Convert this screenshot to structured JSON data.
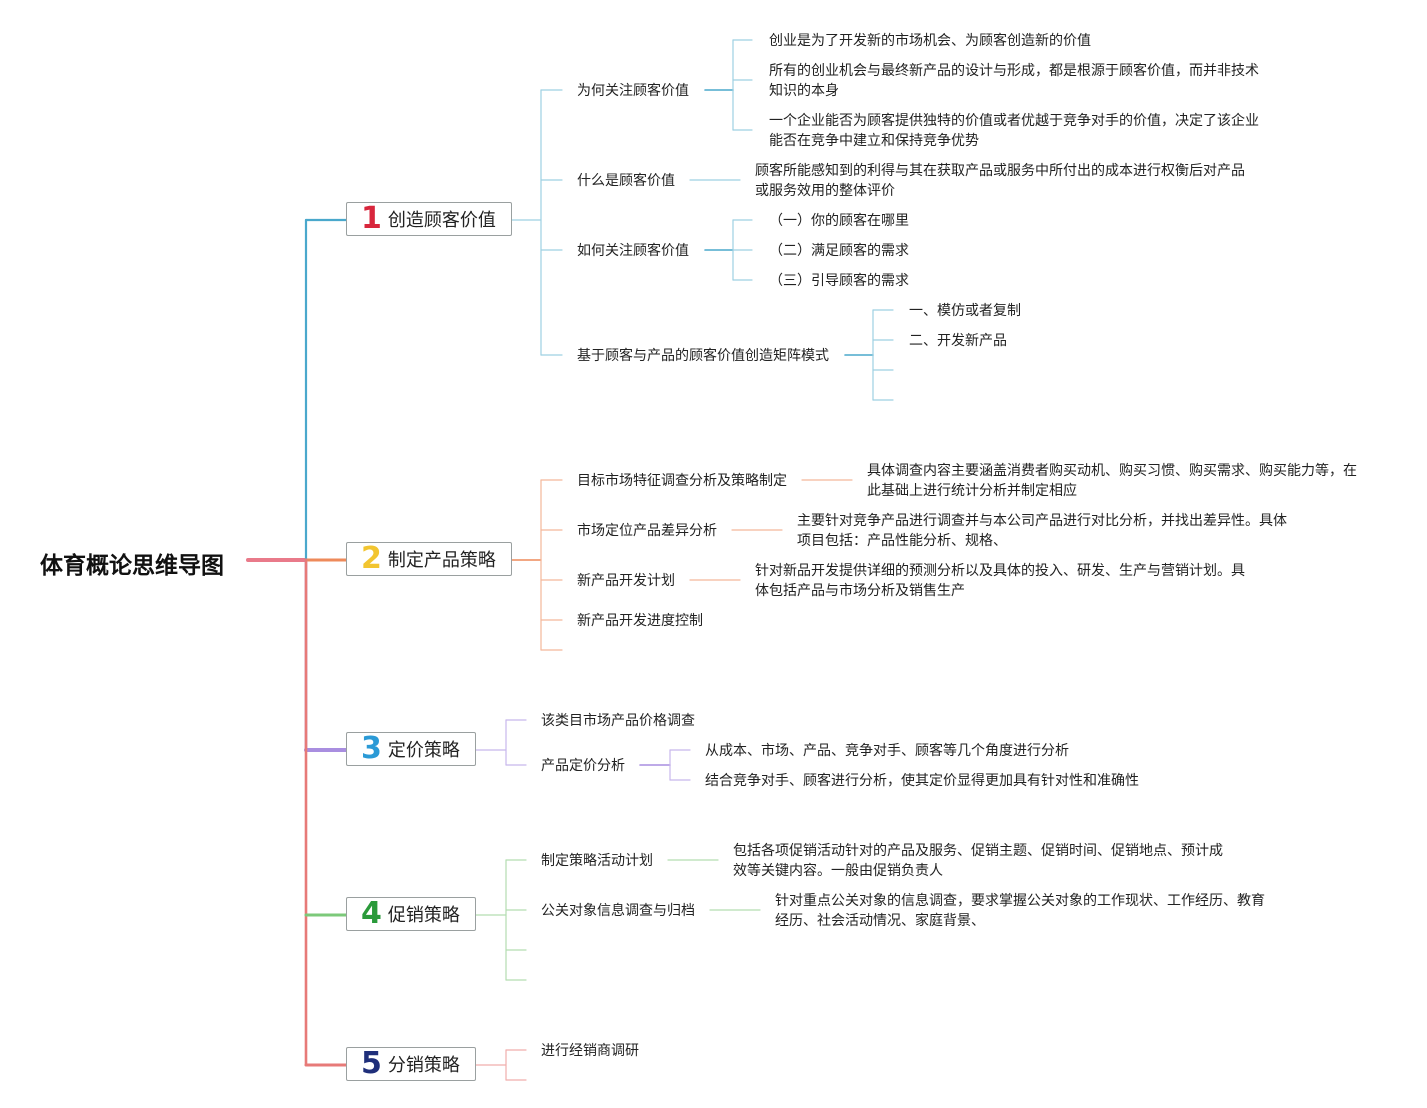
{
  "title": "体育概论思维导图",
  "branches": [
    {
      "num": "1",
      "label": "创造顾客价值",
      "color": "#4aa8cc",
      "line_color": "#9ed0e2",
      "num_color": "#d8263c",
      "children": [
        {
          "text": "为何关注顾客价值",
          "leaves": [
            "创业是为了开发新的市场机会、为顾客创造新的价值",
            "所有的创业机会与最终新产品的设计与形成，都是根源于顾客价值，而并非技术",
            "知识的本身",
            "一个企业能否为顾客提供独特的价值或者优越于竞争对手的价值，决定了该企业",
            "能否在竞争中建立和保持竞争优势"
          ]
        },
        {
          "text": "什么是顾客价值",
          "leaves": [
            "顾客所能感知到的利得与其在获取产品或服务中所付出的成本进行权衡后对产品",
            "或服务效用的整体评价"
          ]
        },
        {
          "text": "如何关注顾客价值",
          "leaves": [
            "（一）你的顾客在哪里",
            "（二）满足顾客的需求",
            "（三）引导顾客的需求"
          ]
        },
        {
          "text": "基于顾客与产品的顾客价值创造矩阵模式",
          "leaves": [
            "一、模仿或者复制",
            "二、开发新产品"
          ]
        }
      ]
    },
    {
      "num": "2",
      "label": "制定产品策略",
      "color": "#ee8a5a",
      "line_color": "#f4b79a",
      "num_color": "#f2c530",
      "children": [
        {
          "text": "目标市场特征调查分析及策略制定",
          "leaves": [
            "具体调查内容主要涵盖消费者购买动机、购买习惯、购买需求、购买能力等，在",
            "此基础上进行统计分析并制定相应"
          ]
        },
        {
          "text": "市场定位产品差异分析",
          "leaves": [
            "主要针对竞争产品进行调查并与本公司产品进行对比分析，并找出差异性。具体",
            "项目包括：产品性能分析、规格、"
          ]
        },
        {
          "text": "新产品开发计划",
          "leaves": [
            "针对新品开发提供详细的预测分析以及具体的投入、研发、生产与营销计划。具",
            "体包括产品与市场分析及销售生产"
          ]
        },
        {
          "text": "新产品开发进度控制",
          "leaves": []
        }
      ]
    },
    {
      "num": "3",
      "label": "定价策略",
      "color": "#a98ee0",
      "line_color": "#c8b8ec",
      "num_color": "#2b9ad6",
      "children": [
        {
          "text": "该类目市场产品价格调查",
          "leaves": []
        },
        {
          "text": "产品定价分析",
          "leaves": [
            "从成本、市场、产品、竞争对手、顾客等几个角度进行分析",
            "结合竞争对手、顾客进行分析，使其定价显得更加具有针对性和准确性"
          ]
        }
      ]
    },
    {
      "num": "4",
      "label": "促销策略",
      "color": "#7cc97a",
      "line_color": "#b3ddb1",
      "num_color": "#2a9a3a",
      "children": [
        {
          "text": "制定策略活动计划",
          "leaves": [
            "包括各项促销活动针对的产品及服务、促销主题、促销时间、促销地点、预计成",
            "效等关键内容。一般由促销负责人"
          ]
        },
        {
          "text": "公关对象信息调查与归档",
          "leaves": [
            "针对重点公关对象的信息调查，要求掌握公关对象的工作现状、工作经历、教育",
            "经历、社会活动情况、家庭背景、"
          ]
        }
      ]
    },
    {
      "num": "5",
      "label": "分销策略",
      "color": "#e77a78",
      "line_color": "#f0aeac",
      "num_color": "#1f2f7a",
      "children": [
        {
          "text": "进行经销商调研",
          "leaves": []
        }
      ]
    }
  ],
  "colors": {
    "root_line": "#e97a8a",
    "trunk": "#5ab0cf"
  }
}
